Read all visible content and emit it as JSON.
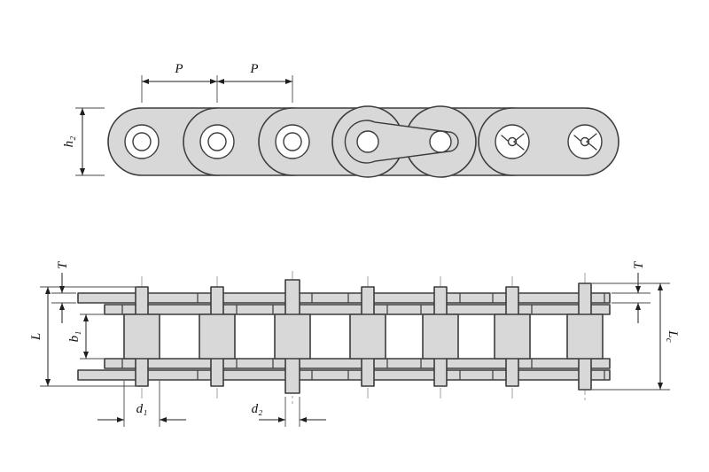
{
  "diagram": {
    "name": "Roller chain technical drawing, side view and plan view",
    "colors": {
      "bg": "#ffffff",
      "fill": "#d8d8d8",
      "line": "#3c3c3c",
      "dim": "#1f1f1f"
    },
    "top_view": {
      "pitch_labels": [
        "P",
        "P"
      ],
      "height_label": "h₂"
    },
    "bottom_view": {
      "overall_pin_length_label": "L",
      "inner_width_label": "b₁",
      "plate_thickness_left_label": "T",
      "plate_thickness_right_label": "T",
      "connecting_length_label": {
        "main": "L",
        "sub": "c"
      },
      "roller_diameter_label": "d₁",
      "pin_diameter_label": "d₂"
    }
  }
}
